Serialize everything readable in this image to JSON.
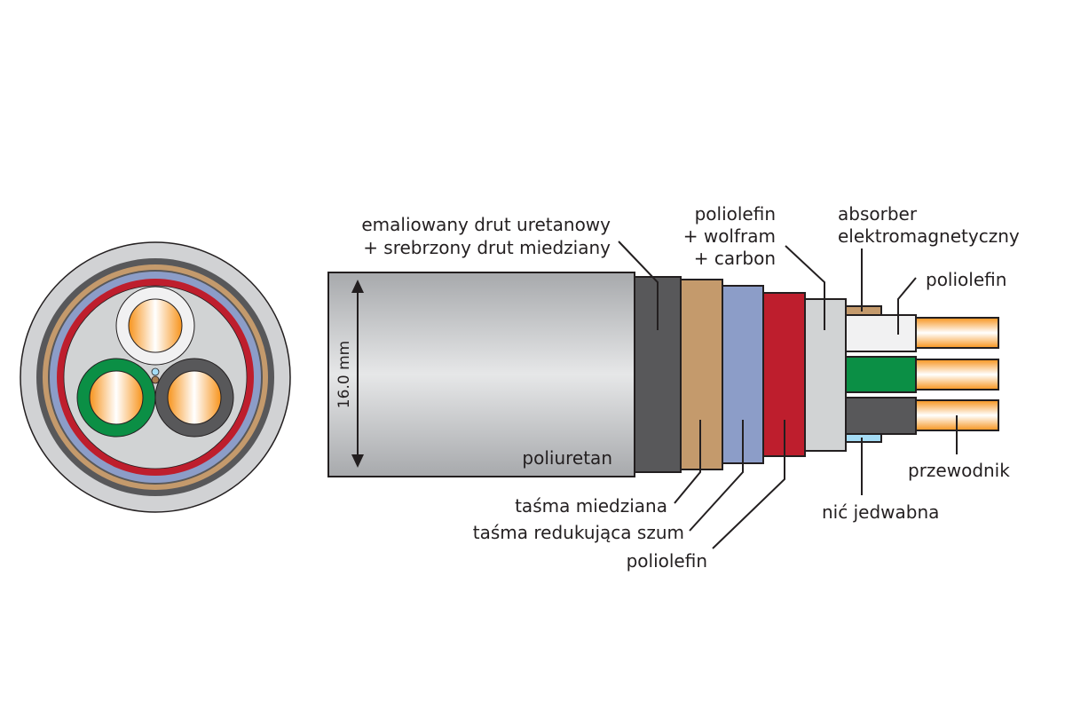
{
  "colors": {
    "jacket": "#d1d2d4",
    "braid": "#58585a",
    "copper_tape": "#c49a6c",
    "noise_tape": "#8c9dc8",
    "polyolefin_red": "#be1e2d",
    "polyolefin_gray": "#d1d3d4",
    "absorber": "#c49a6c",
    "insulation_white": "#f1f1f2",
    "insulation_green": "#0b8f45",
    "insulation_black": "#58585a",
    "silk_thread": "#a5dcf5",
    "conductor": "#f7941d",
    "line": "#231f20"
  },
  "dimension": {
    "label": "16.0 mm"
  },
  "labels": {
    "jacket": "poliuretan",
    "braid": [
      "emaliowany drut uretanowy",
      "+ srebrzony drut miedziany"
    ],
    "copper_tape": "taśma miedziana",
    "noise_tape": "taśma redukująca szum",
    "polyolefin_red": "poliolefin",
    "polyolefin_filler": [
      "poliolefin",
      "+ wolfram",
      "+ carbon"
    ],
    "absorber": [
      "absorber",
      "elektromagnetyczny"
    ],
    "insulation": "poliolefin",
    "conductor": "przewodnik",
    "silk_thread": "nić jedwabna"
  }
}
